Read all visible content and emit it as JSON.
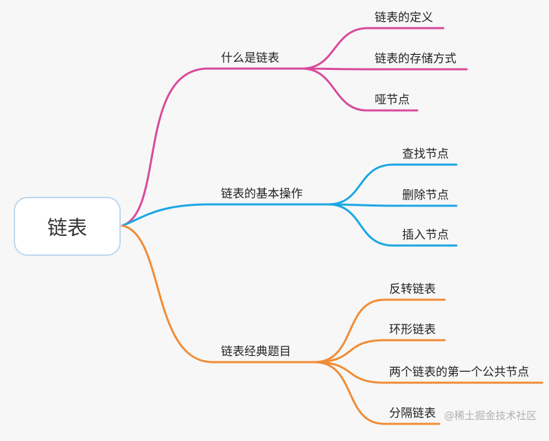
{
  "root": {
    "label": "链表"
  },
  "branches": [
    {
      "label": "什么是链表",
      "color": "#d94a9a",
      "children": [
        "链表的定义",
        "链表的存储方式",
        "哑节点"
      ]
    },
    {
      "label": "链表的基本操作",
      "color": "#1aa7e3",
      "children": [
        "查找节点",
        "删除节点",
        "插入节点"
      ]
    },
    {
      "label": "链表经典题目",
      "color": "#f08c35",
      "children": [
        "反转链表",
        "环形链表",
        "两个链表的第一个公共节点",
        "分隔链表"
      ]
    }
  ],
  "watermark": "@稀土掘金技术社区"
}
